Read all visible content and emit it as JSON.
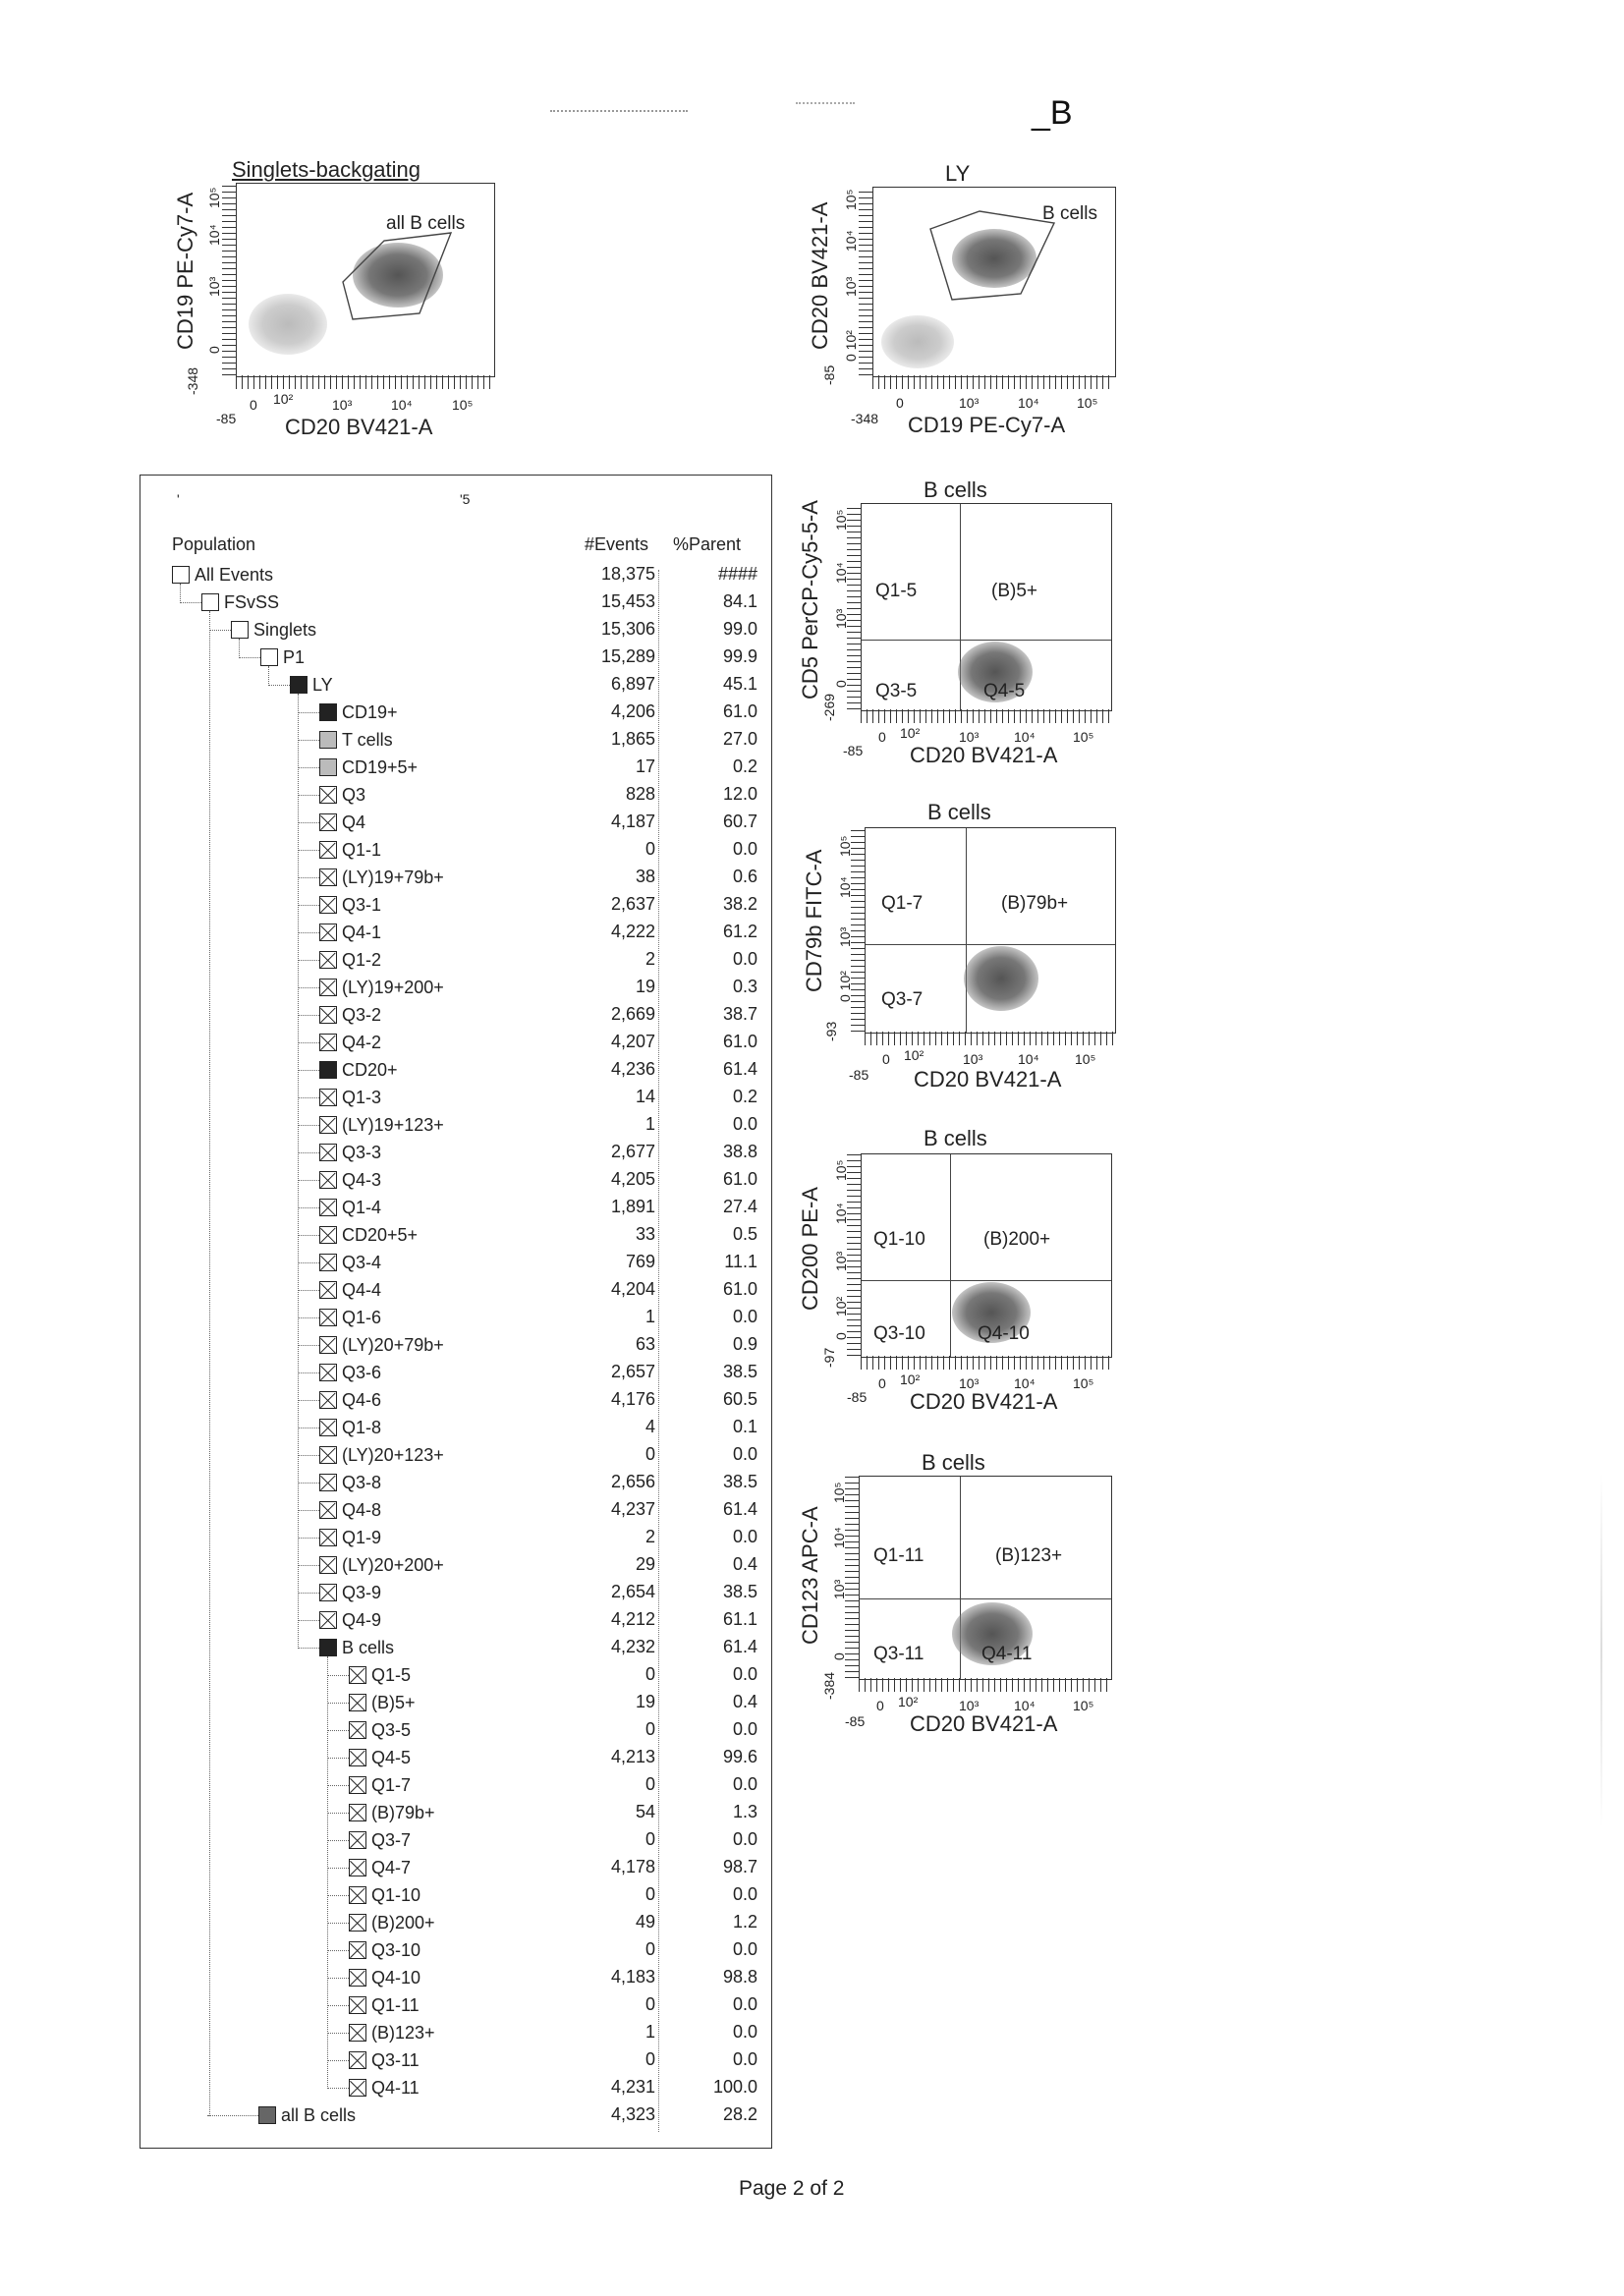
{
  "header": {
    "letter": "_B"
  },
  "plots": {
    "singlets": {
      "title": "Singlets-backgating",
      "gate": "all B cells",
      "xlabel": "CD20 BV421-A",
      "ylabel": "CD19 PE-Cy7-A",
      "xticks": [
        "-85",
        "0",
        "10²",
        "10³",
        "10⁴",
        "10⁵"
      ],
      "yticks": [
        "-348",
        "0",
        "10³",
        "10⁴",
        "10⁵"
      ]
    },
    "ly": {
      "title": "LY",
      "gate": "B cells",
      "xlabel": "CD19 PE-Cy7-A",
      "ylabel": "CD20 BV421-A",
      "xticks": [
        "-348",
        "0",
        "10³",
        "10⁴",
        "10⁵"
      ],
      "yticks": [
        "-85",
        "0 10²",
        "10³",
        "10⁴",
        "10⁵"
      ]
    },
    "cd5": {
      "title": "B cells",
      "xlabel": "CD20 BV421-A",
      "ylabel": "CD5 PerCP-Cy5-5-A",
      "q_ul": "Q1-5",
      "q_ur": "(B)5+",
      "q_ll": "Q3-5",
      "q_lr": "Q4-5",
      "xticks": [
        "-85",
        "0",
        "10²",
        "10³",
        "10⁴",
        "10⁵"
      ],
      "yticks": [
        "-269",
        "0",
        "10³",
        "10⁴",
        "10⁵"
      ]
    },
    "cd79b": {
      "title": "B cells",
      "xlabel": "CD20 BV421-A",
      "ylabel": "CD79b FITC-A",
      "q_ul": "Q1-7",
      "q_ur": "(B)79b+",
      "q_ll": "Q3-7",
      "q_lr": "",
      "xticks": [
        "-85",
        "0",
        "10²",
        "10³",
        "10⁴",
        "10⁵"
      ],
      "yticks": [
        "-93",
        "0 10²",
        "10³",
        "10⁴",
        "10⁵"
      ]
    },
    "cd200": {
      "title": "B cells",
      "xlabel": "CD20 BV421-A",
      "ylabel": "CD200 PE-A",
      "q_ul": "Q1-10",
      "q_ur": "(B)200+",
      "q_ll": "Q3-10",
      "q_lr": "Q4-10",
      "xticks": [
        "-85",
        "0",
        "10²",
        "10³",
        "10⁴",
        "10⁵"
      ],
      "yticks": [
        "-97",
        "0",
        "10²",
        "10³",
        "10⁴",
        "10⁵"
      ]
    },
    "cd123": {
      "title": "B cells",
      "xlabel": "CD20 BV421-A",
      "ylabel": "CD123 APC-A",
      "q_ul": "Q1-11",
      "q_ur": "(B)123+",
      "q_ll": "Q3-11",
      "q_lr": "Q4-11",
      "xticks": [
        "-85",
        "0",
        "10²",
        "10³",
        "10⁴",
        "10⁵"
      ],
      "yticks": [
        "-384",
        "0",
        "10³",
        "10⁴",
        "10⁵"
      ]
    }
  },
  "hierarchy": {
    "marks": [
      "'",
      "'5"
    ],
    "headers": {
      "population": "Population",
      "events": "#Events",
      "parent": "%Parent"
    },
    "rows": [
      {
        "label": "All Events",
        "level": 0,
        "icon": "empty",
        "events": "18,375",
        "parent": "####"
      },
      {
        "label": "FSvSS",
        "level": 1,
        "icon": "empty",
        "events": "15,453",
        "parent": "84.1"
      },
      {
        "label": "Singlets",
        "level": 2,
        "icon": "empty",
        "events": "15,306",
        "parent": "99.0"
      },
      {
        "label": "P1",
        "level": 3,
        "icon": "empty",
        "events": "15,289",
        "parent": "99.9"
      },
      {
        "label": "LY",
        "level": 4,
        "icon": "filled",
        "events": "6,897",
        "parent": "45.1"
      },
      {
        "label": "CD19+",
        "level": 5,
        "icon": "filled",
        "events": "4,206",
        "parent": "61.0"
      },
      {
        "label": "T cells",
        "level": 5,
        "icon": "light",
        "events": "1,865",
        "parent": "27.0"
      },
      {
        "label": "CD19+5+",
        "level": 5,
        "icon": "light",
        "events": "17",
        "parent": "0.2"
      },
      {
        "label": "Q3",
        "level": 5,
        "icon": "cross",
        "events": "828",
        "parent": "12.0"
      },
      {
        "label": "Q4",
        "level": 5,
        "icon": "cross",
        "events": "4,187",
        "parent": "60.7"
      },
      {
        "label": "Q1-1",
        "level": 5,
        "icon": "cross",
        "events": "0",
        "parent": "0.0"
      },
      {
        "label": "(LY)19+79b+",
        "level": 5,
        "icon": "cross",
        "events": "38",
        "parent": "0.6"
      },
      {
        "label": "Q3-1",
        "level": 5,
        "icon": "cross",
        "events": "2,637",
        "parent": "38.2"
      },
      {
        "label": "Q4-1",
        "level": 5,
        "icon": "cross",
        "events": "4,222",
        "parent": "61.2"
      },
      {
        "label": "Q1-2",
        "level": 5,
        "icon": "cross",
        "events": "2",
        "parent": "0.0"
      },
      {
        "label": "(LY)19+200+",
        "level": 5,
        "icon": "cross",
        "events": "19",
        "parent": "0.3"
      },
      {
        "label": "Q3-2",
        "level": 5,
        "icon": "cross",
        "events": "2,669",
        "parent": "38.7"
      },
      {
        "label": "Q4-2",
        "level": 5,
        "icon": "cross",
        "events": "4,207",
        "parent": "61.0"
      },
      {
        "label": "CD20+",
        "level": 5,
        "icon": "filled",
        "events": "4,236",
        "parent": "61.4"
      },
      {
        "label": "Q1-3",
        "level": 5,
        "icon": "cross",
        "events": "14",
        "parent": "0.2"
      },
      {
        "label": "(LY)19+123+",
        "level": 5,
        "icon": "cross",
        "events": "1",
        "parent": "0.0"
      },
      {
        "label": "Q3-3",
        "level": 5,
        "icon": "cross",
        "events": "2,677",
        "parent": "38.8"
      },
      {
        "label": "Q4-3",
        "level": 5,
        "icon": "cross",
        "events": "4,205",
        "parent": "61.0"
      },
      {
        "label": "Q1-4",
        "level": 5,
        "icon": "cross",
        "events": "1,891",
        "parent": "27.4"
      },
      {
        "label": "CD20+5+",
        "level": 5,
        "icon": "cross",
        "events": "33",
        "parent": "0.5"
      },
      {
        "label": "Q3-4",
        "level": 5,
        "icon": "cross",
        "events": "769",
        "parent": "11.1"
      },
      {
        "label": "Q4-4",
        "level": 5,
        "icon": "cross",
        "events": "4,204",
        "parent": "61.0"
      },
      {
        "label": "Q1-6",
        "level": 5,
        "icon": "cross",
        "events": "1",
        "parent": "0.0"
      },
      {
        "label": "(LY)20+79b+",
        "level": 5,
        "icon": "cross",
        "events": "63",
        "parent": "0.9"
      },
      {
        "label": "Q3-6",
        "level": 5,
        "icon": "cross",
        "events": "2,657",
        "parent": "38.5"
      },
      {
        "label": "Q4-6",
        "level": 5,
        "icon": "cross",
        "events": "4,176",
        "parent": "60.5"
      },
      {
        "label": "Q1-8",
        "level": 5,
        "icon": "cross",
        "events": "4",
        "parent": "0.1"
      },
      {
        "label": "(LY)20+123+",
        "level": 5,
        "icon": "cross",
        "events": "0",
        "parent": "0.0"
      },
      {
        "label": "Q3-8",
        "level": 5,
        "icon": "cross",
        "events": "2,656",
        "parent": "38.5"
      },
      {
        "label": "Q4-8",
        "level": 5,
        "icon": "cross",
        "events": "4,237",
        "parent": "61.4"
      },
      {
        "label": "Q1-9",
        "level": 5,
        "icon": "cross",
        "events": "2",
        "parent": "0.0"
      },
      {
        "label": "(LY)20+200+",
        "level": 5,
        "icon": "cross",
        "events": "29",
        "parent": "0.4"
      },
      {
        "label": "Q3-9",
        "level": 5,
        "icon": "cross",
        "events": "2,654",
        "parent": "38.5"
      },
      {
        "label": "Q4-9",
        "level": 5,
        "icon": "cross",
        "events": "4,212",
        "parent": "61.1"
      },
      {
        "label": "B cells",
        "level": 5,
        "icon": "filled",
        "events": "4,232",
        "parent": "61.4"
      },
      {
        "label": "Q1-5",
        "level": 6,
        "icon": "cross",
        "events": "0",
        "parent": "0.0"
      },
      {
        "label": "(B)5+",
        "level": 6,
        "icon": "cross",
        "events": "19",
        "parent": "0.4"
      },
      {
        "label": "Q3-5",
        "level": 6,
        "icon": "cross",
        "events": "0",
        "parent": "0.0"
      },
      {
        "label": "Q4-5",
        "level": 6,
        "icon": "cross",
        "events": "4,213",
        "parent": "99.6"
      },
      {
        "label": "Q1-7",
        "level": 6,
        "icon": "cross",
        "events": "0",
        "parent": "0.0"
      },
      {
        "label": "(B)79b+",
        "level": 6,
        "icon": "cross",
        "events": "54",
        "parent": "1.3"
      },
      {
        "label": "Q3-7",
        "level": 6,
        "icon": "cross",
        "events": "0",
        "parent": "0.0"
      },
      {
        "label": "Q4-7",
        "level": 6,
        "icon": "cross",
        "events": "4,178",
        "parent": "98.7"
      },
      {
        "label": "Q1-10",
        "level": 6,
        "icon": "cross",
        "events": "0",
        "parent": "0.0"
      },
      {
        "label": "(B)200+",
        "level": 6,
        "icon": "cross",
        "events": "49",
        "parent": "1.2"
      },
      {
        "label": "Q3-10",
        "level": 6,
        "icon": "cross",
        "events": "0",
        "parent": "0.0"
      },
      {
        "label": "Q4-10",
        "level": 6,
        "icon": "cross",
        "events": "4,183",
        "parent": "98.8"
      },
      {
        "label": "Q1-11",
        "level": 6,
        "icon": "cross",
        "events": "0",
        "parent": "0.0"
      },
      {
        "label": "(B)123+",
        "level": 6,
        "icon": "cross",
        "events": "1",
        "parent": "0.0"
      },
      {
        "label": "Q3-11",
        "level": 6,
        "icon": "cross",
        "events": "0",
        "parent": "0.0"
      },
      {
        "label": "Q4-11",
        "level": 6,
        "icon": "cross",
        "events": "4,231",
        "parent": "100.0"
      },
      {
        "label": "all B cells",
        "level": 2,
        "icon": "grey",
        "events": "4,323",
        "parent": "28.2"
      }
    ]
  },
  "footer": {
    "page": "Page 2 of 2"
  }
}
